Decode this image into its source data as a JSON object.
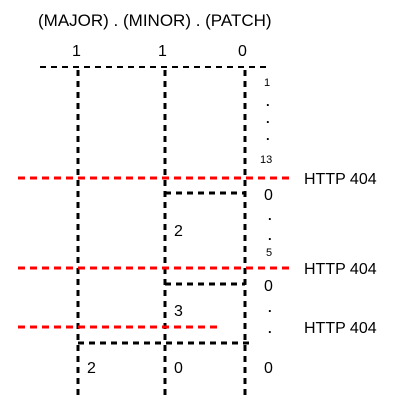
{
  "header": {
    "format": "(MAJOR) . (MINOR) . (PATCH)",
    "version_major": "1",
    "version_minor": "1",
    "version_patch": "0"
  },
  "patch_sequence_1": {
    "start": "1",
    "end": "13"
  },
  "minor_step_1": {
    "minor": "2",
    "patch_start": "0",
    "patch_end": "5"
  },
  "minor_step_2": {
    "minor": "3",
    "patch_start": "0"
  },
  "final_version": {
    "major": "2",
    "minor": "0",
    "patch": "0"
  },
  "http_labels": [
    "HTTP 404",
    "HTTP 404",
    "HTTP 404"
  ],
  "colors": {
    "line": "#000000",
    "http_line": "#ff0000"
  }
}
